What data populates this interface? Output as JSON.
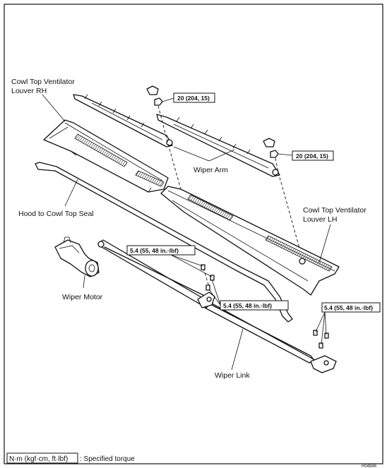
{
  "labels": {
    "cowl_rh_line1": "Cowl Top Ventilator",
    "cowl_rh_line2": "Louver RH",
    "cowl_lh_line1": "Cowl Top Ventilator",
    "cowl_lh_line2": "Louver LH",
    "wiper_arm": "Wiper Arm",
    "hood_seal": "Hood to Cowl Top Seal",
    "wiper_motor": "Wiper Motor",
    "wiper_link": "Wiper Link"
  },
  "torque": {
    "arm_nut_rh": "20 (204, 15)",
    "arm_nut_lh": "20 (204, 15)",
    "motor_bolts": "5.4 (55, 48 in.·lbf)",
    "link_bolts_center": "5.4 (55, 48 in.·lbf)",
    "link_bolts_right": "5.4 (55, 48 in.·lbf)"
  },
  "legend": {
    "unit": "N·m (kgf·cm, ft·lbf)",
    "text": ": Specified torque"
  },
  "figure_id": "H04846"
}
